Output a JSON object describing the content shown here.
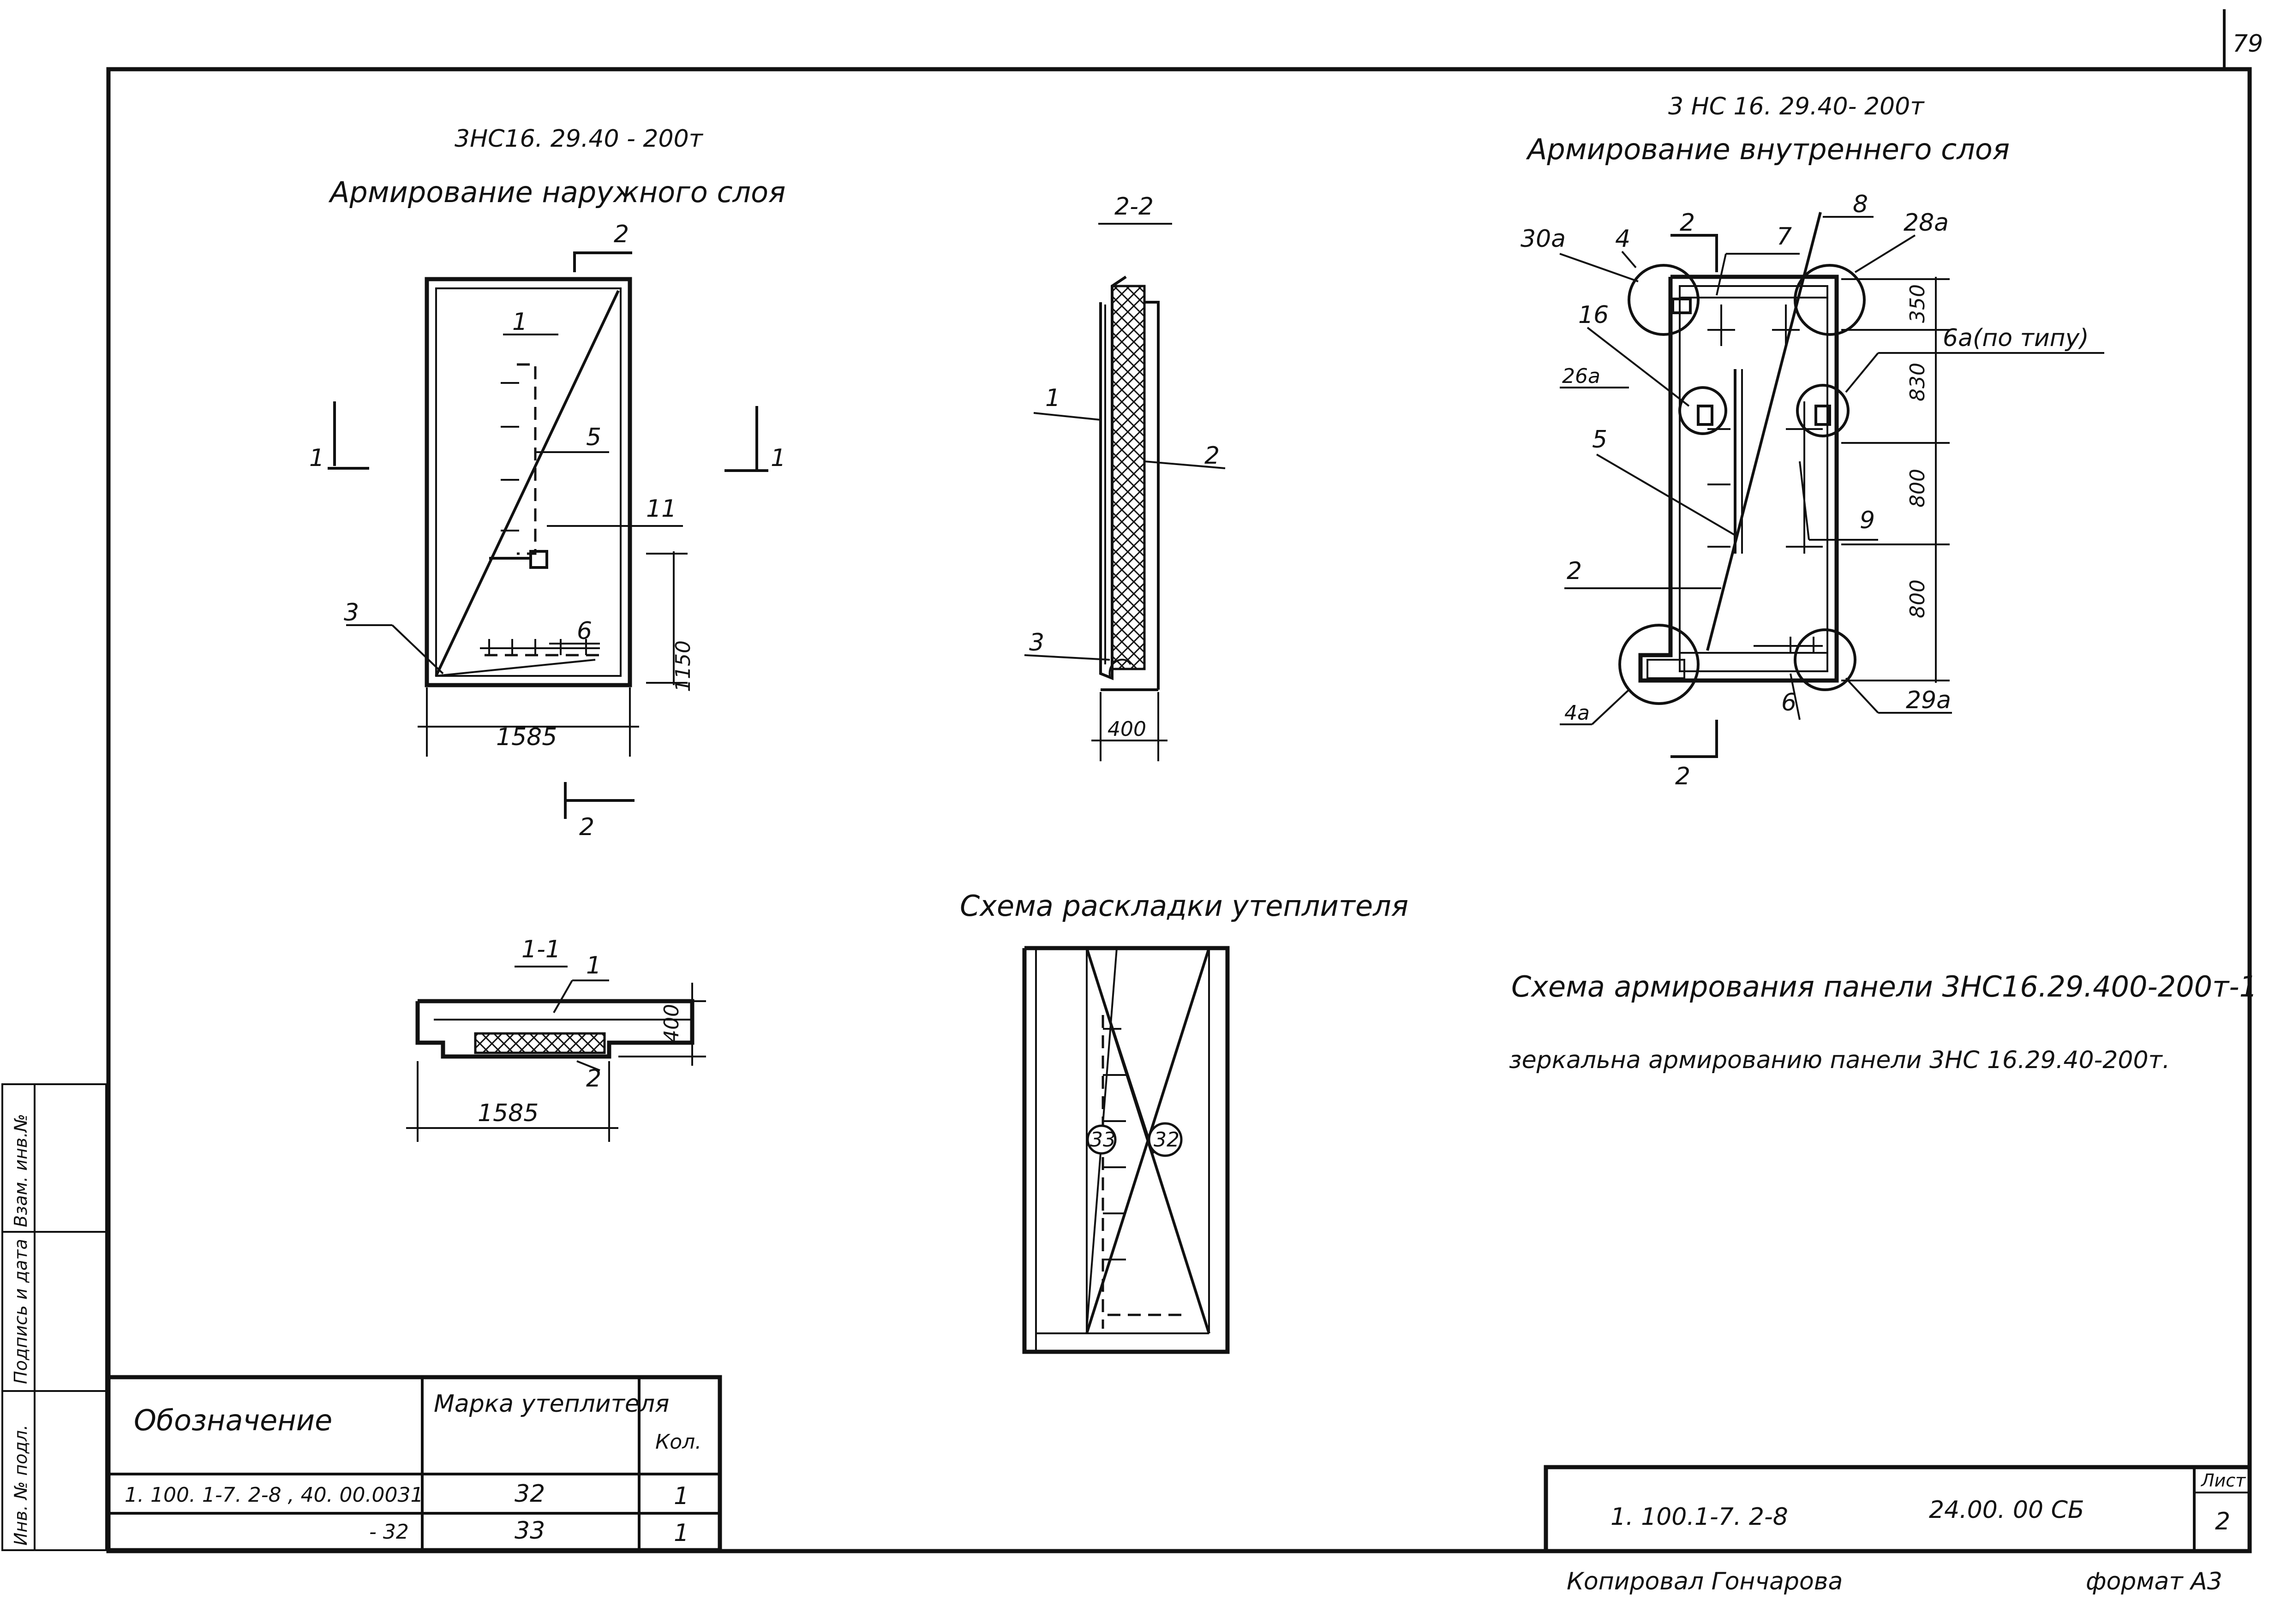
{
  "sheet_number": "79",
  "outer_view": {
    "mark": "3НС16. 29.40 - 200т",
    "title": "Армирование наружного слоя",
    "labels": {
      "pos1": "1",
      "pos3": "3",
      "pos5": "5",
      "pos6": "6",
      "pos11": "11"
    },
    "section_2": "2",
    "section_1": "1",
    "dim_width": "1585",
    "dim_height": "1150"
  },
  "section_2_2": {
    "title": "2-2",
    "labels": {
      "pos1": "1",
      "pos2": "2",
      "pos3": "3"
    },
    "dim_thickness": "400"
  },
  "section_1_1": {
    "title": "1-1",
    "labels": {
      "pos1": "1",
      "pos2": "2"
    },
    "dim_width": "1585",
    "dim_thickness": "400"
  },
  "inner_view": {
    "mark": "3 НС 16. 29.40- 200т",
    "title": "Армирование внутреннего слоя",
    "section_2": "2",
    "labels": {
      "l30a": "30а",
      "l4": "4",
      "l7": "7",
      "l8": "8",
      "l28a": "28а",
      "l16": "16",
      "l26a": "26а",
      "l6a": "6а(по типу)",
      "l5": "5",
      "l9": "9",
      "l2": "2",
      "l4a": "4а",
      "l6": "6",
      "l29a": "29а"
    },
    "dims": [
      "350",
      "830",
      "800",
      "800"
    ]
  },
  "insulation_layout": {
    "title": "Схема раскладки утеплителя",
    "marks": [
      "33",
      "32"
    ]
  },
  "note": {
    "line1": "Схема армирования панели 3НС16.29.400-200т-1",
    "line2": "зеркальна армированию панели 3НС 16.29.40-200т."
  },
  "left_stamp": {
    "inv_no": "Инв. № подл.",
    "sign_date": "Подпись и дата",
    "replace_inv": "Взам. инв.№"
  },
  "spec_table": {
    "headers": {
      "designation": "Обозначение",
      "mark": "Марка утеплителя",
      "qty": "Кол."
    },
    "rows": [
      {
        "designation": "1. 100. 1-7. 2-8 , 40. 00.0031",
        "mark": "32",
        "qty": "1"
      },
      {
        "designation": "- 32",
        "mark": "33",
        "qty": "1"
      }
    ]
  },
  "title_block": {
    "series": "1. 100.1-7. 2-8",
    "code": "24.00. 00 СБ",
    "sheet_label": "Лист",
    "sheet_no": "2"
  },
  "footer": {
    "copied": "Копировал Гончарова",
    "format": "формат А3"
  }
}
